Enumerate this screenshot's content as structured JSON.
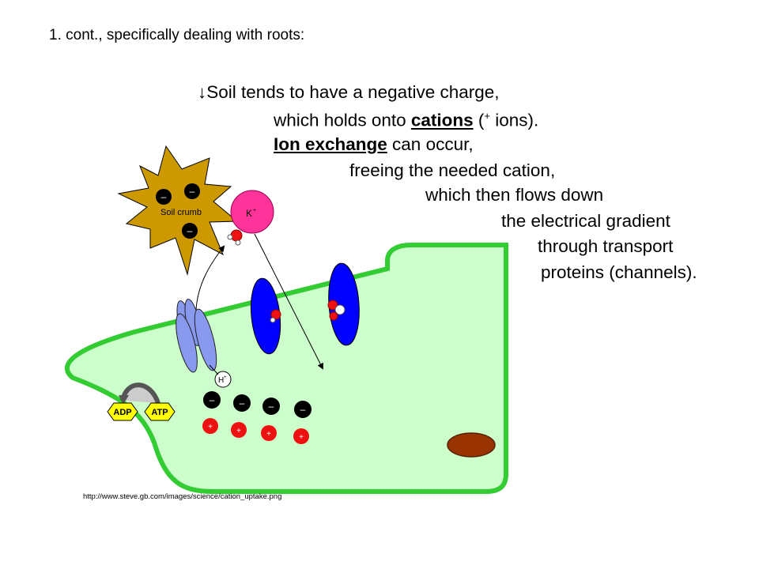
{
  "heading": "1. cont., specifically dealing with roots:",
  "lines": {
    "l1": "↓Soil tends to have a negative charge,",
    "l2_pre": "which holds onto ",
    "l2_term": "cations",
    "l2_mid": " (",
    "l2_sup": "+",
    "l2_post": " ions).",
    "l3_term": "Ion exchange",
    "l3_post": " can occur,",
    "l4": "freeing the needed cation,",
    "l5": "which then flows down",
    "l6": "the electrical gradient",
    "l7": "through transport",
    "l8": "proteins (channels)."
  },
  "diagram": {
    "soil_label": "Soil crumb",
    "potassium": "K",
    "proton": "H",
    "plus": "+",
    "minus": "–",
    "adp": "ADP",
    "atp": "ATP"
  },
  "colors": {
    "cell_fill": "#ccffcc",
    "cell_stroke": "#33cc33",
    "soil_fill": "#cc9900",
    "channel_blue": "#0000ff",
    "pump_blue": "#8899ee",
    "potassium_pink": "#ff3399",
    "cation_red": "#ee1111",
    "nucleus": "#993300",
    "hexagon_yellow": "#ffff00"
  },
  "source_url": "http://www.steve.gb.com/images/science/cation_uptake.png"
}
